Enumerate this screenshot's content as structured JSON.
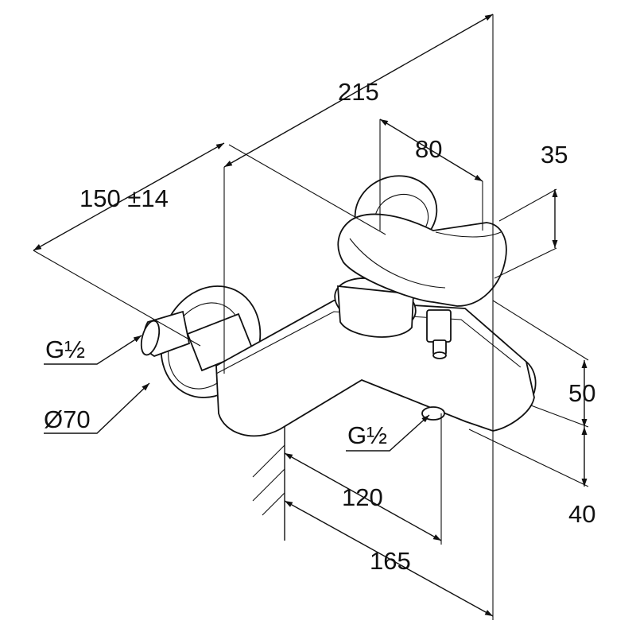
{
  "drawing": {
    "dimensions": {
      "d215": "215",
      "d80": "80",
      "d35": "35",
      "d150": "150 ±14",
      "g_left": "G½",
      "d70": "Ø70",
      "d50": "50",
      "g_bottom": "G½",
      "d120": "120",
      "d40": "40",
      "d165": "165"
    },
    "colors": {
      "line": "#111111",
      "background": "#ffffff"
    }
  }
}
